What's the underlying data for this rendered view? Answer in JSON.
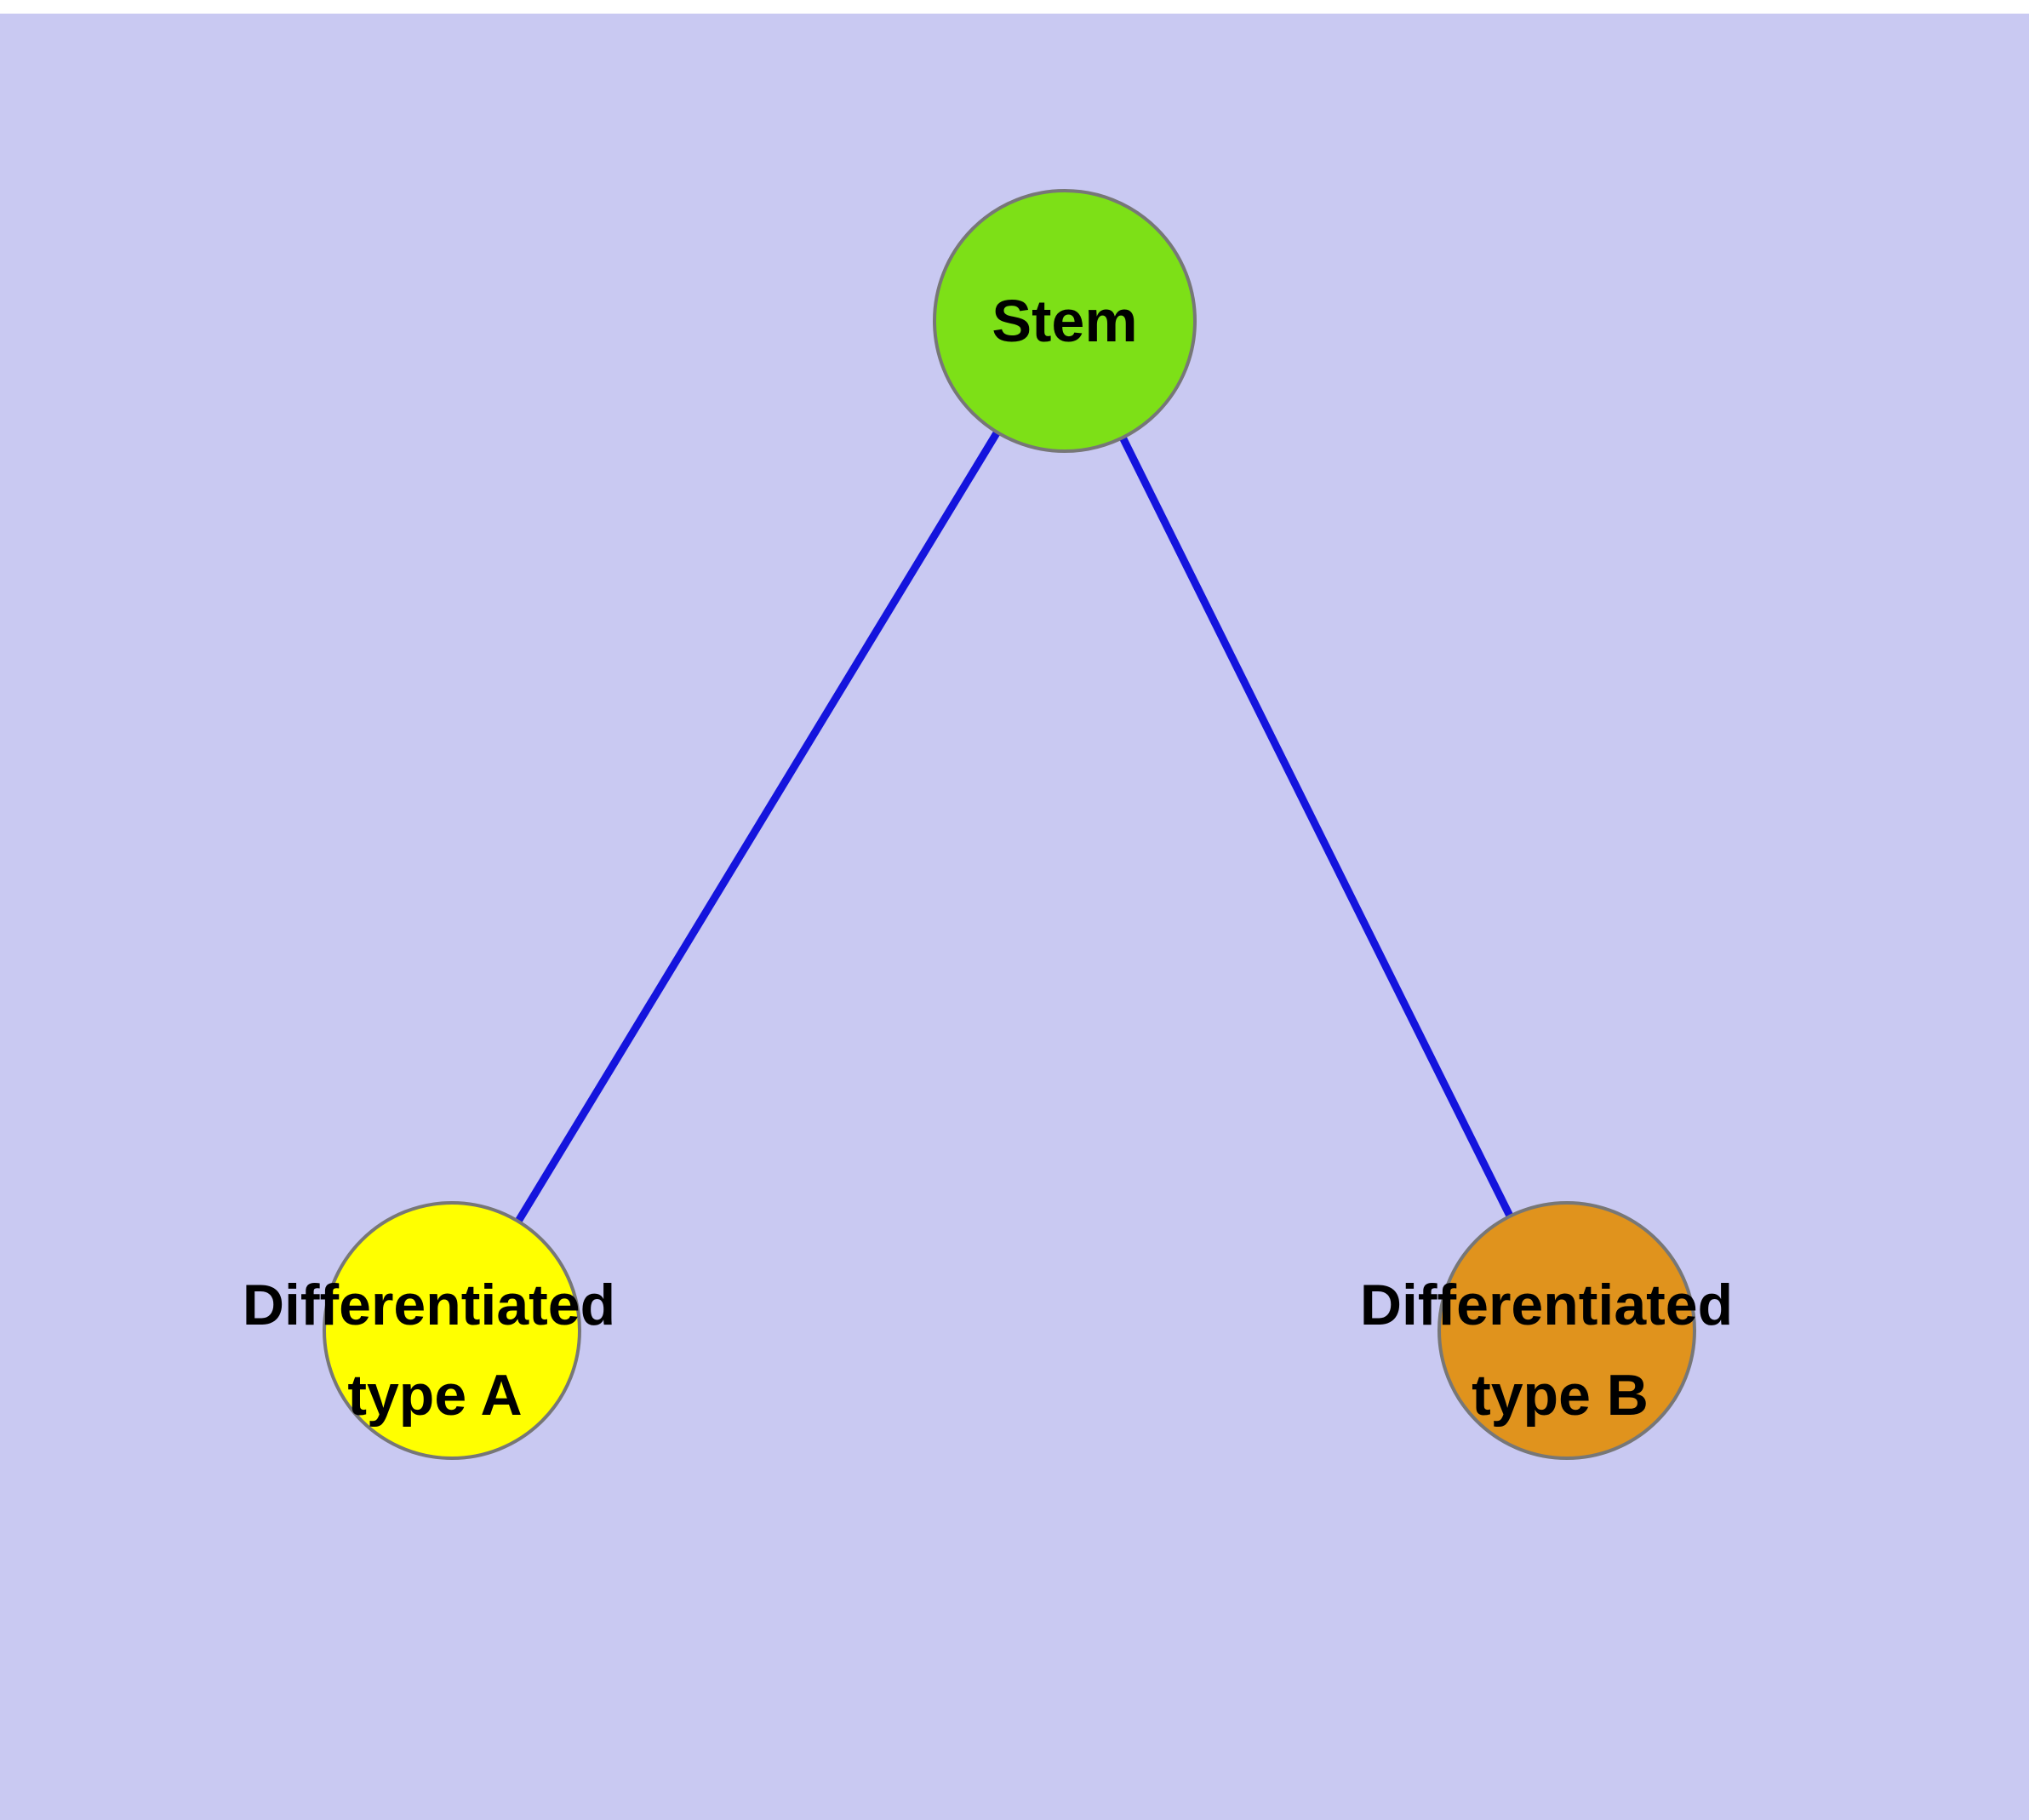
{
  "background": {
    "color": "#c9c9f2",
    "top_strip_color": "#ffffff"
  },
  "edge": {
    "color": "#1414dd"
  },
  "nodes": {
    "stem": {
      "label": "Stem",
      "color": "#7de017",
      "stroke": "#777777"
    },
    "type_a": {
      "label_line1": "Differentiated",
      "label_line2": "type A",
      "color": "#ffff00",
      "stroke": "#777777"
    },
    "type_b": {
      "label_line1": "Differentiated",
      "label_line2": "type B",
      "color": "#e0931d",
      "stroke": "#777777"
    }
  },
  "graph": {
    "type": "node-edge-diagram",
    "node_list": [
      "Stem",
      "Differentiated type A",
      "Differentiated type B"
    ],
    "edges": [
      {
        "from": "Stem",
        "to": "Differentiated type A"
      },
      {
        "from": "Stem",
        "to": "Differentiated type B"
      }
    ]
  }
}
